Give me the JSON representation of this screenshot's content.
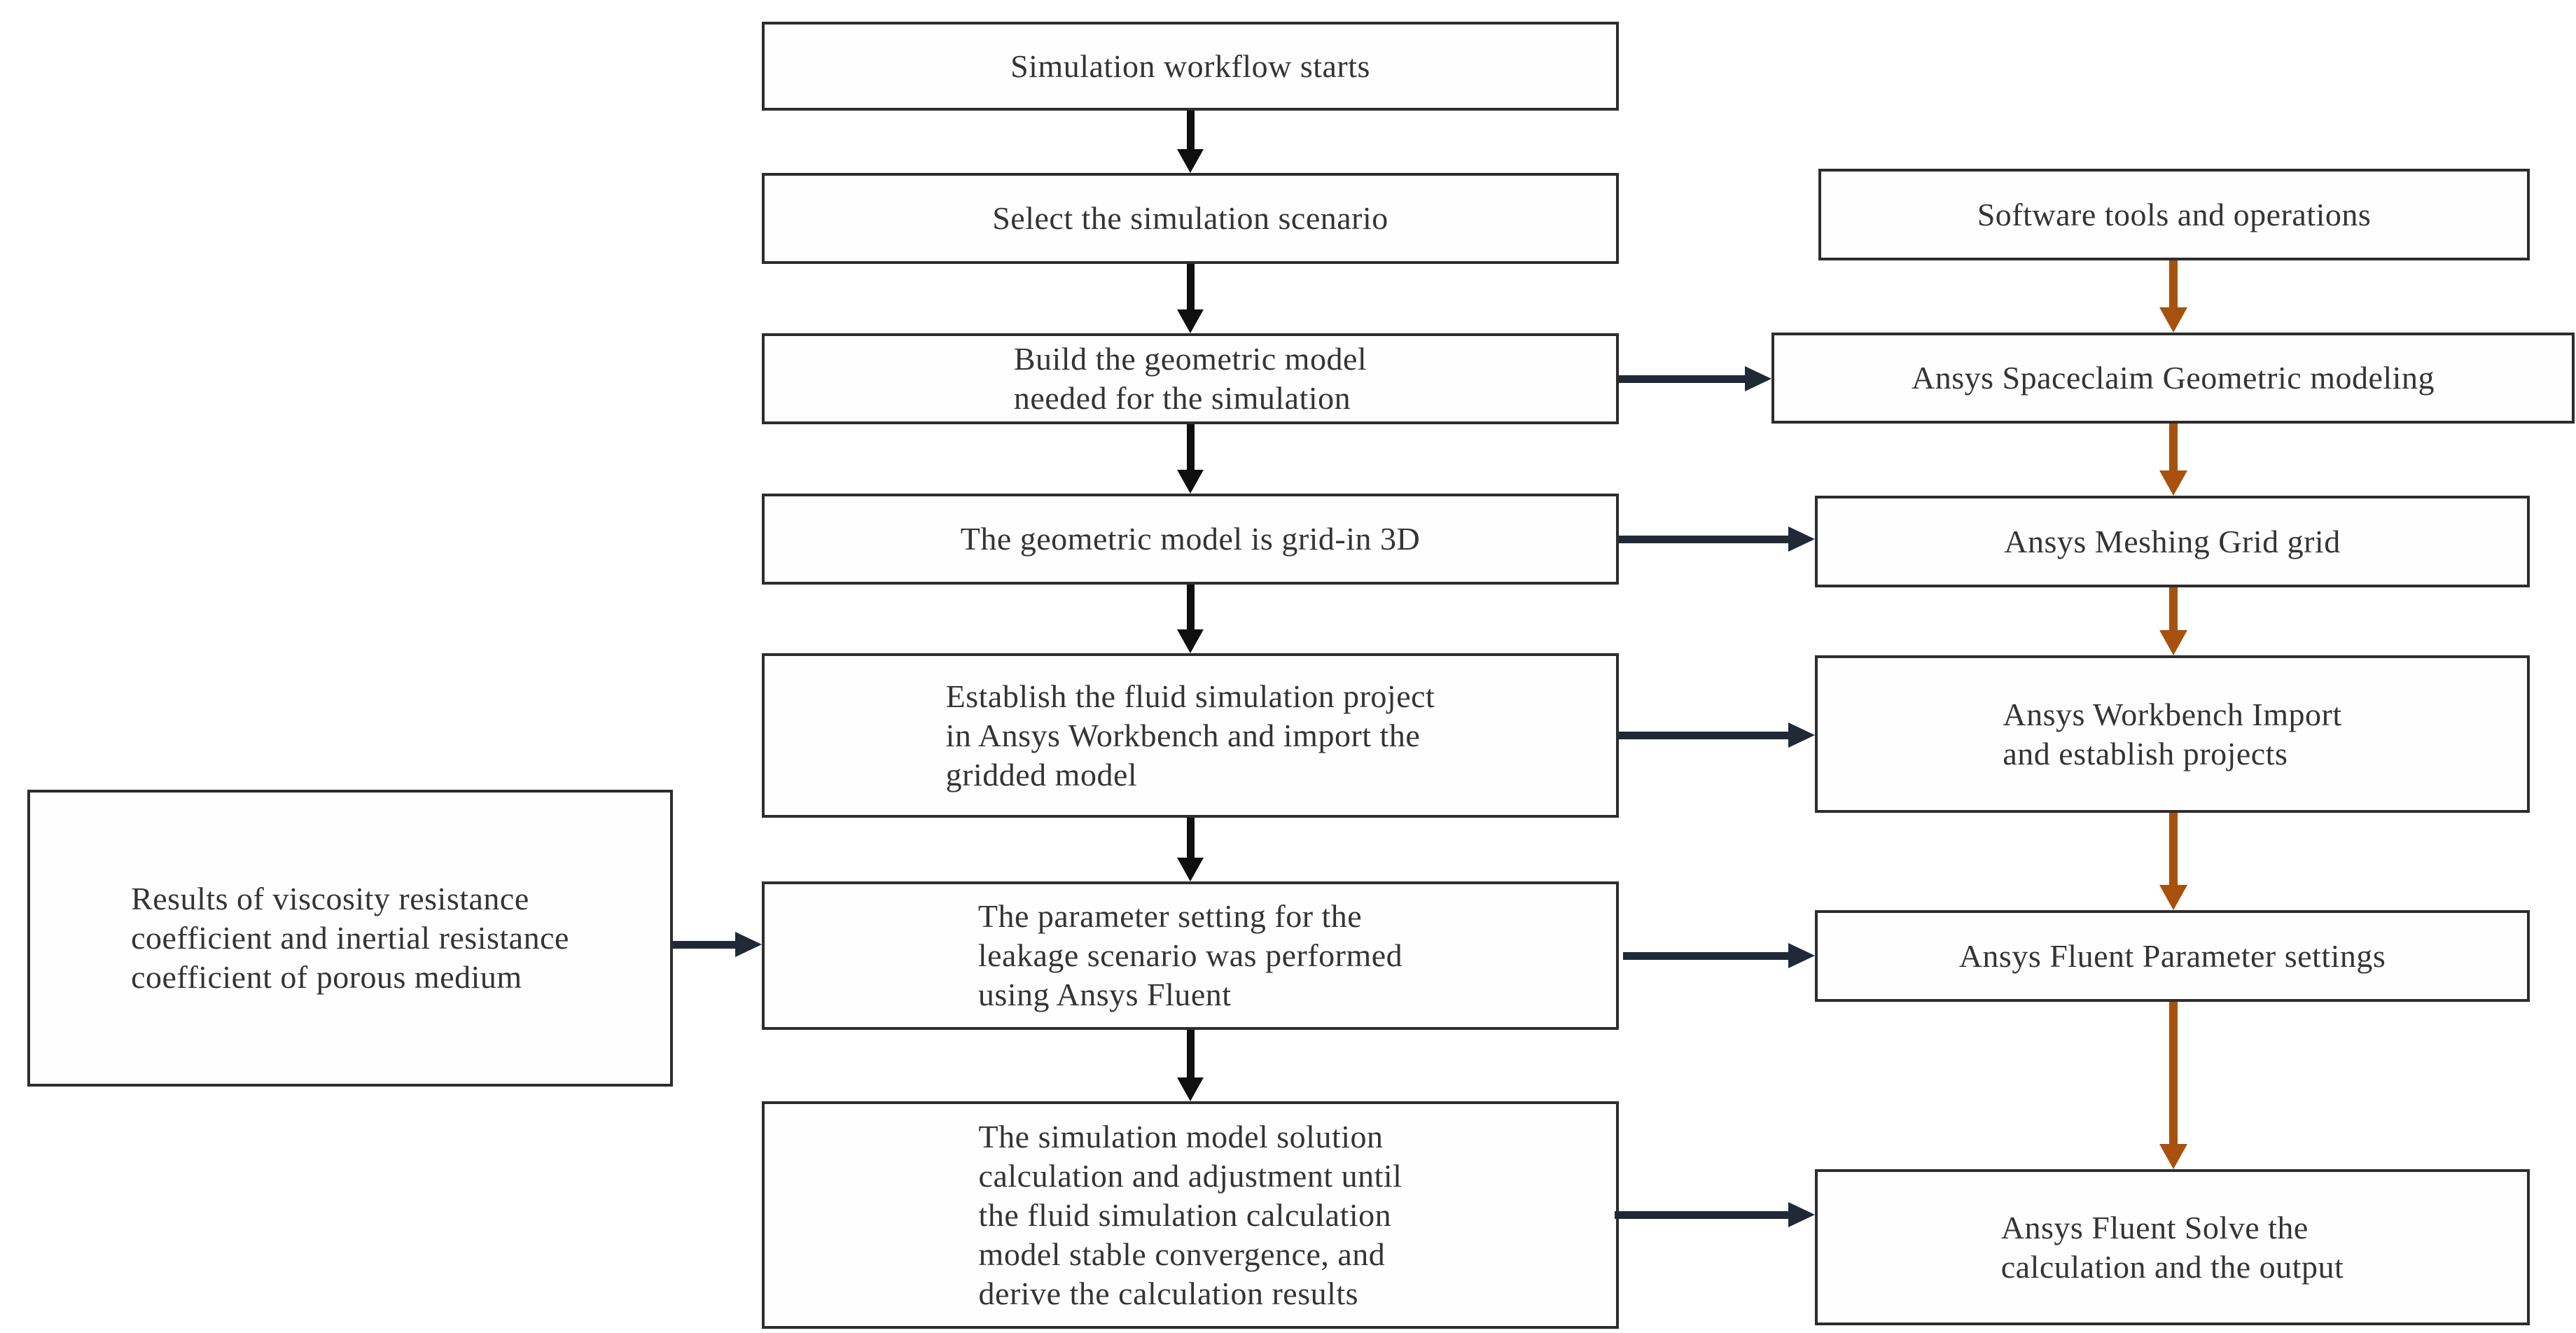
{
  "title": "Simulation workflow flowchart",
  "colors": {
    "background": "#ffffff",
    "box_border": "#2d2d2d",
    "text": "#343434",
    "main_arrow": "#0f0f0f",
    "software_arrow": "#a8500e",
    "link_arrow": "#1f2a36"
  },
  "main_flow": [
    {
      "label": "Simulation workflow starts"
    },
    {
      "label": "Select the simulation scenario"
    },
    {
      "label": "Build the geometric model\nneeded for the simulation"
    },
    {
      "label": "The geometric model is grid-in 3D"
    },
    {
      "label": "Establish the fluid simulation project\nin Ansys Workbench and import the\ngridded model"
    },
    {
      "label": "The parameter setting for the\nleakage scenario was performed\nusing Ansys Fluent"
    },
    {
      "label": "The simulation model solution\ncalculation and adjustment until\nthe fluid simulation calculation\nmodel stable convergence, and\nderive the calculation results"
    }
  ],
  "software_flow": [
    {
      "label": "Software tools and operations"
    },
    {
      "label": "Ansys Spaceclaim Geometric modeling"
    },
    {
      "label": "Ansys Meshing Grid grid"
    },
    {
      "label": "Ansys Workbench Import\nand establish projects"
    },
    {
      "label": "Ansys Fluent Parameter settings"
    },
    {
      "label": "Ansys Fluent Solve the\ncalculation and the output"
    }
  ],
  "input_box": {
    "label": "Results of viscosity resistance\ncoefficient and inertial resistance\ncoefficient of porous medium"
  }
}
